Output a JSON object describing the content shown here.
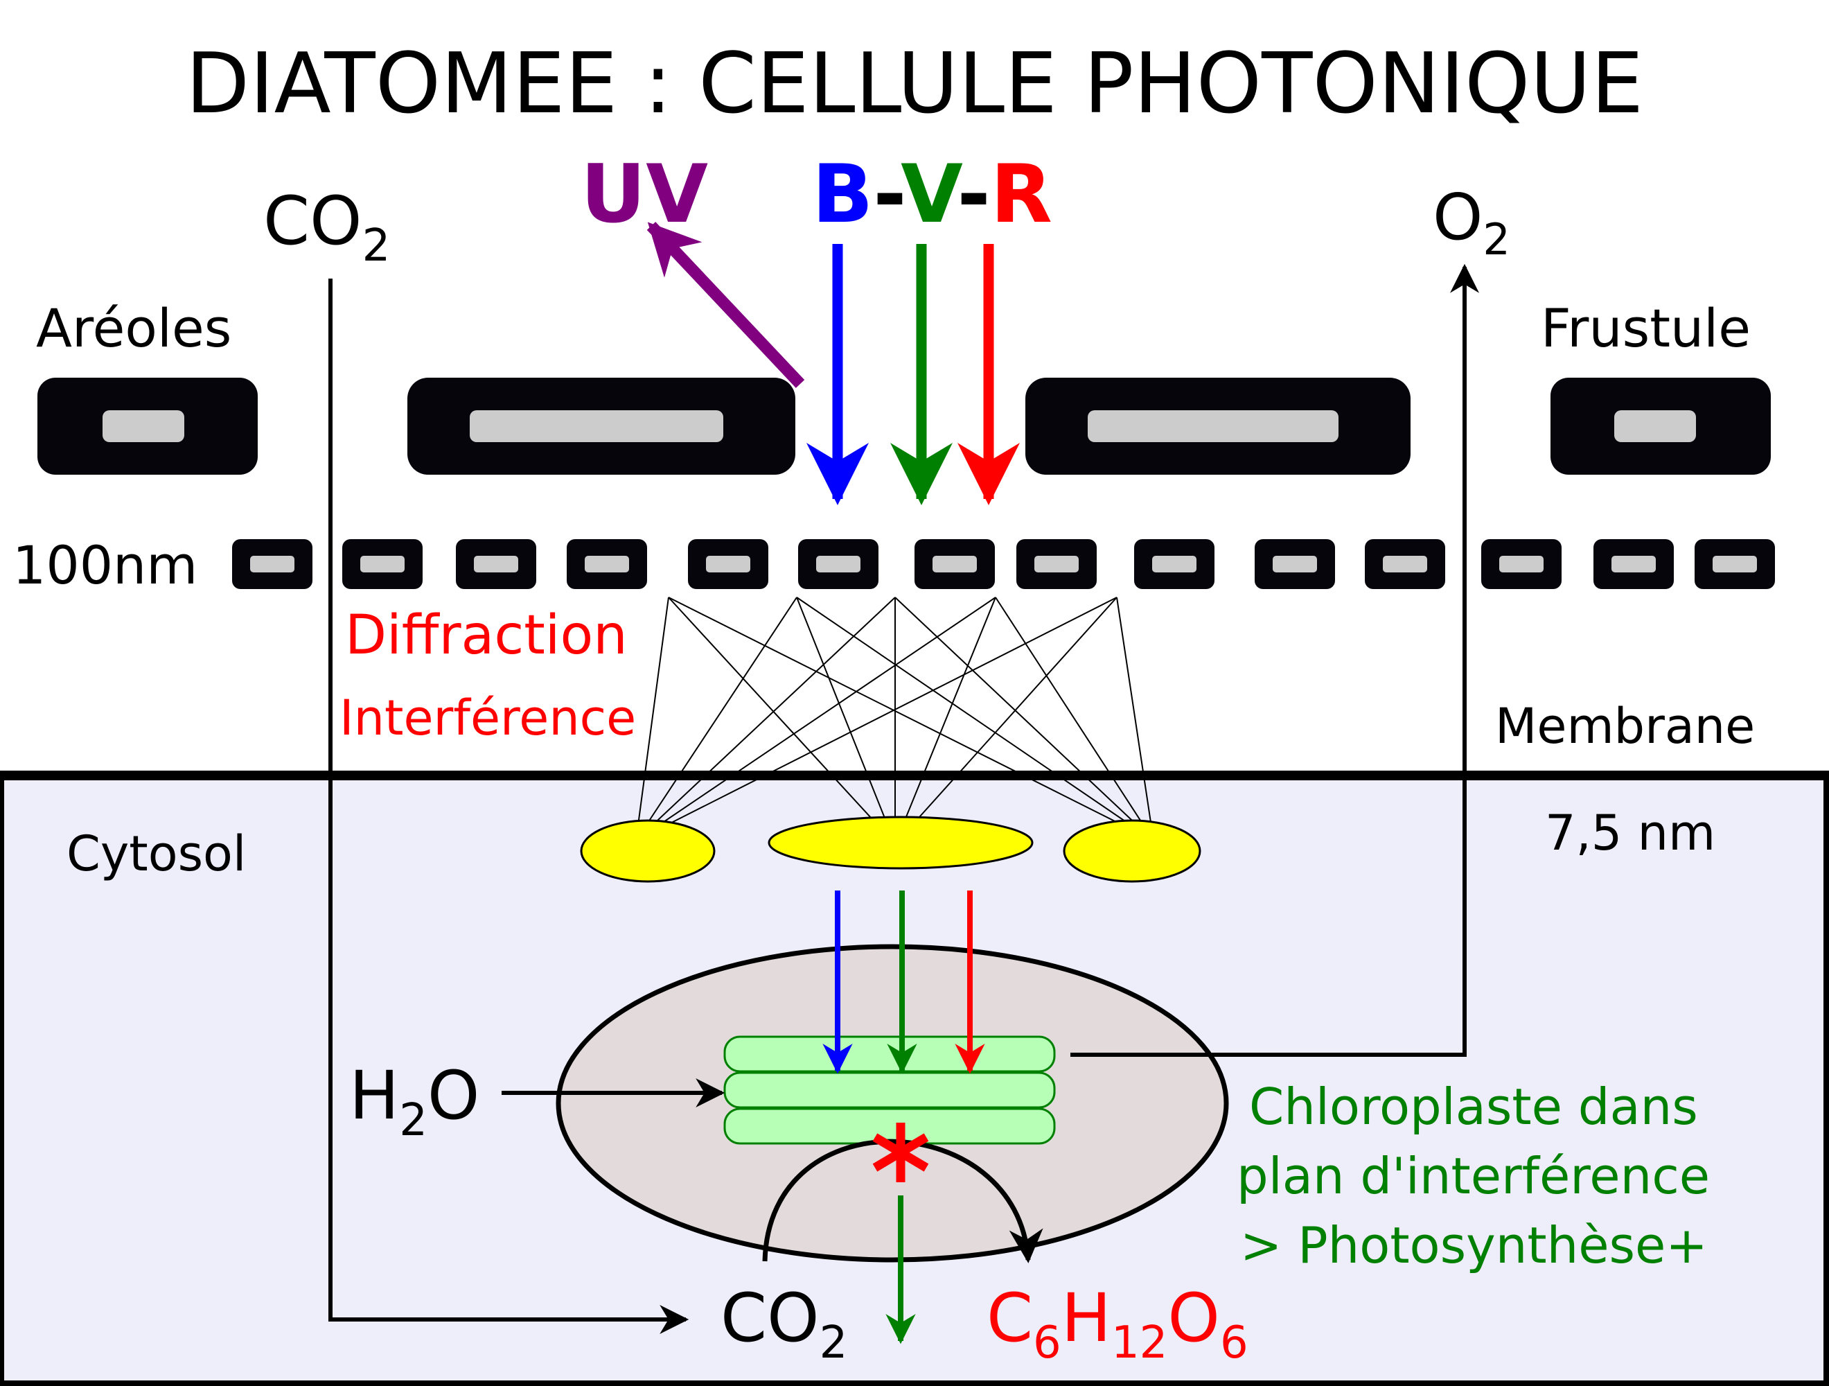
{
  "title": "DIATOMEE : CELLULE PHOTONIQUE",
  "light": {
    "uv": "UV",
    "b": "B",
    "sep1": "-",
    "v": "V",
    "sep2": "-",
    "r": "R"
  },
  "co2_top": {
    "main": "CO",
    "sub": "2"
  },
  "o2_top": {
    "main": "O",
    "sub": "2"
  },
  "labels": {
    "areoles": "Aréoles",
    "frustule": "Frustule",
    "scale_100nm": "100nm",
    "diffraction": "Diffraction",
    "interference": "Interférence",
    "membrane": "Membrane",
    "membrane_thickness": "7,5 nm",
    "cytosol": "Cytosol"
  },
  "h2o": {
    "h": "H",
    "sub": "2",
    "o": "O"
  },
  "chloroplast_caption": {
    "line1": "Chloroplaste dans",
    "line2": "plan d'interférence",
    "line3": "> Photosynthèse+"
  },
  "co2_bottom": {
    "main": "CO",
    "sub": "2"
  },
  "glucose": {
    "c": "C",
    "c_sub": "6",
    "h": "H",
    "h_sub": "12",
    "o": "O",
    "o_sub": "6"
  },
  "colors": {
    "uv": "#800080",
    "blue": "#0000ff",
    "green": "#008000",
    "red": "#ff0000",
    "cytosol_bg": "#eeeefb",
    "chloroplast_fill": "#e3dbdb",
    "thylakoid": "#b7ffb7",
    "focus_spot": "#ffff00"
  }
}
